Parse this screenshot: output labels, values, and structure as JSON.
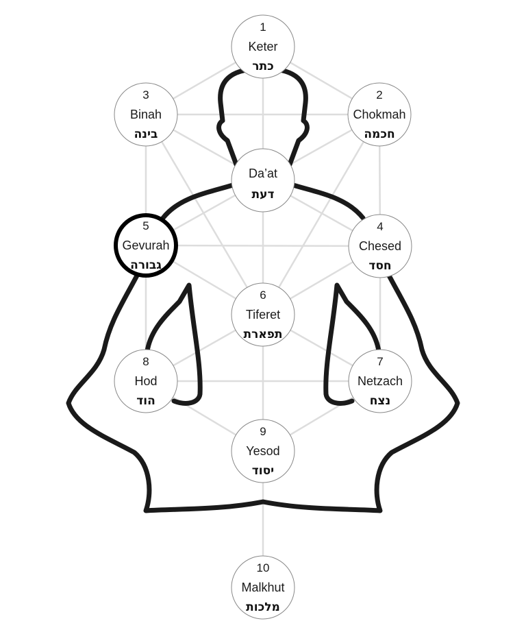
{
  "diagram": {
    "nodes": [
      {
        "id": "keter",
        "number": "1",
        "name": "Keter",
        "hebrew": "כתר",
        "highlighted": false
      },
      {
        "id": "chokmah",
        "number": "2",
        "name": "Chokmah",
        "hebrew": "חכמה",
        "highlighted": false
      },
      {
        "id": "binah",
        "number": "3",
        "name": "Binah",
        "hebrew": "בינה",
        "highlighted": false
      },
      {
        "id": "daat",
        "number": "",
        "name": "Da’at",
        "hebrew": "דעת",
        "highlighted": false
      },
      {
        "id": "chesed",
        "number": "4",
        "name": "Chesed",
        "hebrew": "חסד",
        "highlighted": false
      },
      {
        "id": "gevurah",
        "number": "5",
        "name": "Gevurah",
        "hebrew": "גבורה",
        "highlighted": true
      },
      {
        "id": "tiferet",
        "number": "6",
        "name": "Tiferet",
        "hebrew": "תפארת",
        "highlighted": false
      },
      {
        "id": "netzach",
        "number": "7",
        "name": "Netzach",
        "hebrew": "נצח",
        "highlighted": false
      },
      {
        "id": "hod",
        "number": "8",
        "name": "Hod",
        "hebrew": "הוד",
        "highlighted": false
      },
      {
        "id": "yesod",
        "number": "9",
        "name": "Yesod",
        "hebrew": "יסוד",
        "highlighted": false
      },
      {
        "id": "malkhut",
        "number": "10",
        "name": "Malkhut",
        "hebrew": "מלכות",
        "highlighted": false
      }
    ],
    "edges": [
      [
        "keter",
        "binah"
      ],
      [
        "keter",
        "chokmah"
      ],
      [
        "keter",
        "tiferet"
      ],
      [
        "binah",
        "chokmah"
      ],
      [
        "binah",
        "gevurah"
      ],
      [
        "chokmah",
        "chesed"
      ],
      [
        "binah",
        "tiferet"
      ],
      [
        "chokmah",
        "tiferet"
      ],
      [
        "binah",
        "chesed"
      ],
      [
        "chokmah",
        "gevurah"
      ],
      [
        "gevurah",
        "chesed"
      ],
      [
        "gevurah",
        "tiferet"
      ],
      [
        "chesed",
        "tiferet"
      ],
      [
        "gevurah",
        "hod"
      ],
      [
        "chesed",
        "netzach"
      ],
      [
        "tiferet",
        "hod"
      ],
      [
        "tiferet",
        "netzach"
      ],
      [
        "hod",
        "netzach"
      ],
      [
        "hod",
        "yesod"
      ],
      [
        "netzach",
        "yesod"
      ],
      [
        "tiferet",
        "yesod"
      ],
      [
        "yesod",
        "malkhut"
      ]
    ],
    "colors": {
      "edge": "#dddddd",
      "outline": "#1a1a1a",
      "node_border": "#888888",
      "highlight_border": "#000000"
    }
  }
}
